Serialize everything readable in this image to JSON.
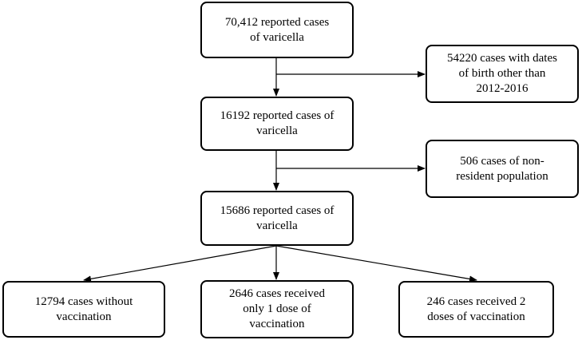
{
  "nodes": {
    "total": "70,412 reported cases\nof varicella",
    "excluded_birth": "54220 cases with dates\nof birth other than\n2012-2016",
    "after_birth": "16192 reported cases of\nvaricella",
    "excluded_resident": "506 cases of non-\nresident population",
    "after_resident": "15686 reported cases of\nvaricella",
    "no_vaccination": "12794 cases without\nvaccination",
    "one_dose": "2646 cases received\nonly 1 dose of\nvaccination",
    "two_doses": "246 cases received 2\ndoses of vaccination"
  }
}
